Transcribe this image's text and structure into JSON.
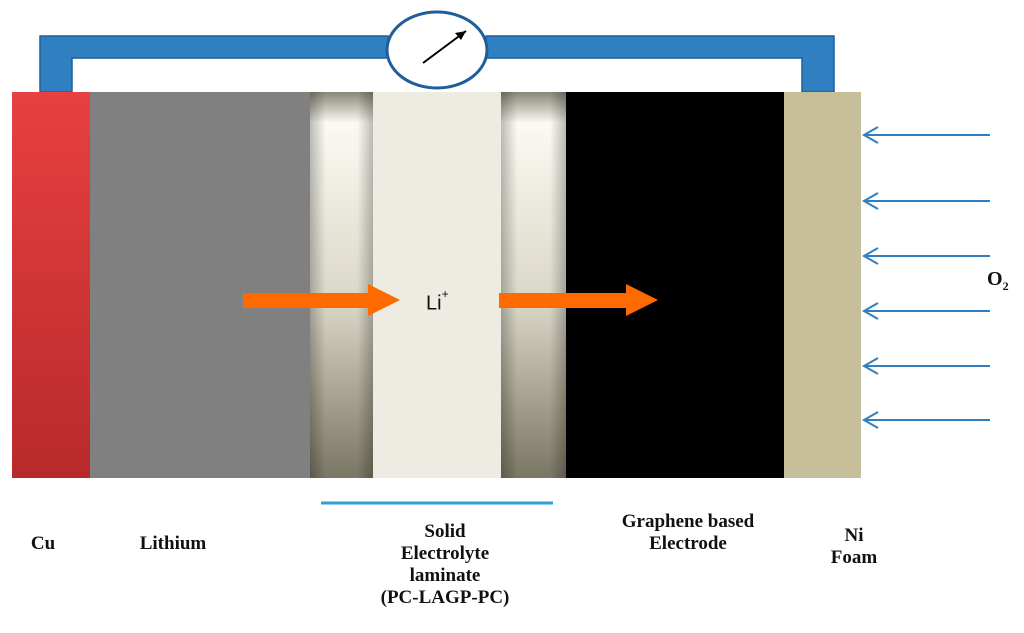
{
  "labels": {
    "cu": "Cu",
    "lithium": "Lithium",
    "electrolyte_line1": "Solid",
    "electrolyte_line2": "Electrolyte",
    "electrolyte_line3": "laminate",
    "electrolyte_line4": "(PC-LAGP-PC)",
    "graphene_line1": "Graphene based",
    "graphene_line2": "Electrode",
    "nifoam_line1": "Ni",
    "nifoam_line2": "Foam"
  },
  "ion": {
    "base": "Li",
    "charge": "+"
  },
  "gas": {
    "base": "O",
    "subscript": "2"
  },
  "colors": {
    "copper": "#d63b3b",
    "lithium": "#808080",
    "electrolyte": "#eeece2",
    "graphene": "#000000",
    "ni_foam": "#c6bf9a",
    "wire": "#2f7fc1",
    "ion_arrow": "#ff6a00",
    "o2_arrow": "#2f7fc1"
  },
  "icons": {
    "meter": "ammeter-gauge-icon"
  }
}
